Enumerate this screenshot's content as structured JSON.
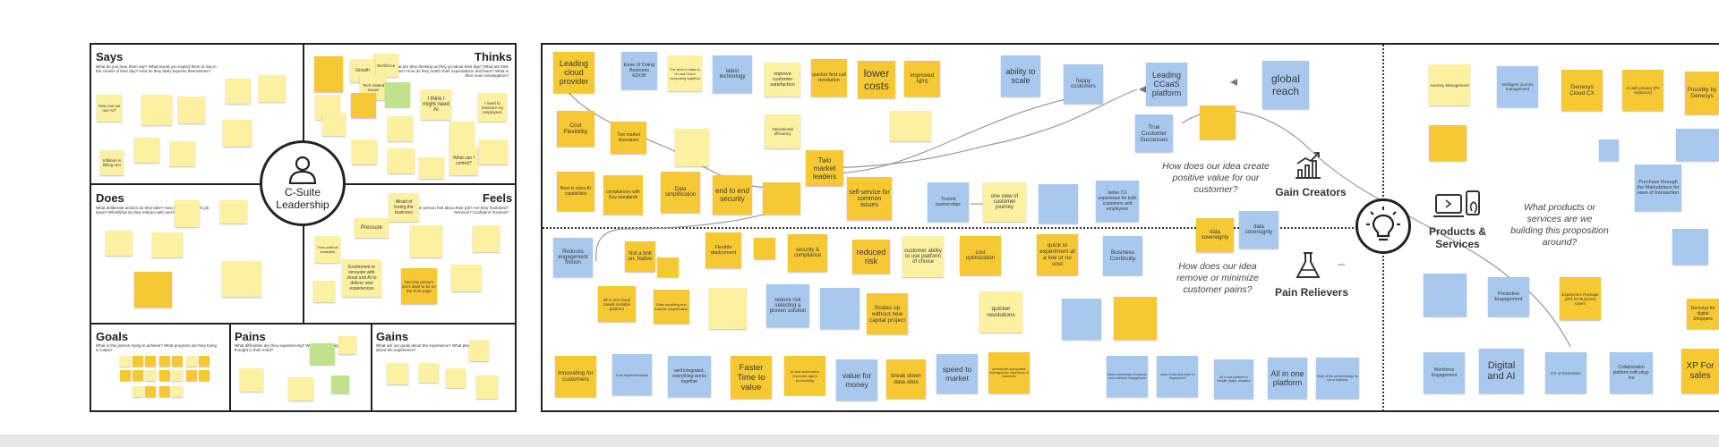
{
  "canvas_left": {
    "center_label": "C-Suite Leadership",
    "sections": {
      "says": {
        "title": "Says",
        "sub": "What do you hear them say? What would you expect them to say in the course of their day? How do they likely express themselves?"
      },
      "thinks": {
        "title": "Thinks",
        "sub": "What are they thinking as they go about their day? What are their aspirations? How do they match their expectations and fears? What is their main investigation?"
      },
      "does": {
        "title": "Does",
        "sub": "What deliberate actions do they take? How do they get their job done? Who/What do they interact with and how?"
      },
      "feels": {
        "title": "Feels",
        "sub": "How does the person feel about their job? Are they frustrated? Nervous? Confident? Excited?"
      },
      "goals": {
        "title": "Goals",
        "sub": "What is this person trying to achieve? What progress are they trying to make?"
      },
      "pains": {
        "title": "Pains",
        "sub": "What difficulties are they experiencing? What leaves a negative thought in their mind?"
      },
      "gains": {
        "title": "Gains",
        "sub": "What are our goals about the experience? What pleases them about the experience?"
      }
    },
    "notes": [
      {
        "c": "ly",
        "t": "Workforce"
      },
      {
        "c": "ly",
        "t": "Growth"
      },
      {
        "c": "ly",
        "t": "Tech related issues"
      },
      {
        "c": "y",
        "t": "I think I might need AI"
      },
      {
        "c": "ly",
        "t": "I need to reassure my employees"
      },
      {
        "c": "ly",
        "t": "What can I control?"
      },
      {
        "c": "y",
        "t": "How can we use AI?"
      },
      {
        "c": "ly",
        "t": "Inflation is killing me!"
      },
      {
        "c": "ly",
        "t": "Pressure"
      },
      {
        "c": "ly",
        "t": "Afraid of losing the business"
      },
      {
        "c": "ly",
        "t": "Fear political instability"
      },
      {
        "c": "y",
        "t": "Excitement to innovate with cloud and AI to deliver new experiences"
      },
      {
        "c": "y",
        "t": "Security posture don't want to be on the front page"
      }
    ]
  },
  "canvas_right": {
    "gain_creators": {
      "question": "How does our idea create positive value for our customer?",
      "label": "Gain Creators"
    },
    "pain_relievers": {
      "question": "How does our idea remove or minimize customer pains?",
      "label": "Pain Relievers"
    },
    "products": {
      "label": "Products & Services",
      "question": "What products or services are we building this proposition around?"
    },
    "notes": [
      {
        "c": "y",
        "t": "Leading cloud provider"
      },
      {
        "c": "b",
        "t": "Ease of Doing Business EDOB"
      },
      {
        "c": "ly",
        "t": "The best in class in UI and Cloud computing together"
      },
      {
        "c": "b",
        "t": "latest technology"
      },
      {
        "c": "ly",
        "t": "improve customer satisfaction"
      },
      {
        "c": "y",
        "t": "quicker first call resolution"
      },
      {
        "c": "y",
        "t": "lower costs"
      },
      {
        "c": "y",
        "t": "improved NPS"
      },
      {
        "c": "b",
        "t": "ability to scale"
      },
      {
        "c": "b",
        "t": "happy customers"
      },
      {
        "c": "b",
        "t": "Leading CCaaS platform"
      },
      {
        "c": "b",
        "t": "global reach"
      },
      {
        "c": "y",
        "t": "Cost Flexibility"
      },
      {
        "c": "y",
        "t": "Two market innovators"
      },
      {
        "c": "ly",
        "t": "Operational efficiency"
      },
      {
        "c": "y",
        "t": "Two market leaders"
      },
      {
        "c": "b",
        "t": "True Customer Successes"
      },
      {
        "c": "y",
        "t": "Best in class AI capabilities"
      },
      {
        "c": "y",
        "t": "compliances with Gov standards"
      },
      {
        "c": "y",
        "t": "Data simplification"
      },
      {
        "c": "y",
        "t": "end to end security"
      },
      {
        "c": "y",
        "t": "self-service for common issues"
      },
      {
        "c": "b",
        "t": "Trusted partnerships"
      },
      {
        "c": "ly",
        "t": "one view of customer journey"
      },
      {
        "c": "b",
        "t": "better CX experience for both customers and employees"
      },
      {
        "c": "y",
        "t": "data sovereignty"
      },
      {
        "c": "b",
        "t": "data sovereignty"
      },
      {
        "c": "b",
        "t": "Reduces engagement friction"
      },
      {
        "c": "y",
        "t": "Not a bolt on, Native"
      },
      {
        "c": "y",
        "t": "Flexible deployment"
      },
      {
        "c": "y",
        "t": "security & compliance"
      },
      {
        "c": "y",
        "t": "reduced risk"
      },
      {
        "c": "ly",
        "t": "customer ability to use platform of choice"
      },
      {
        "c": "y",
        "t": "cost optimization"
      },
      {
        "c": "y",
        "t": "quick to experiment at a low or no cost"
      },
      {
        "c": "b",
        "t": "Business Continuity"
      },
      {
        "c": "y",
        "t": "all in one cloud based scalable platform"
      },
      {
        "c": "y",
        "t": "Data modeling and transfer simplification"
      },
      {
        "c": "b",
        "t": "reduce risk selecting a proven solution"
      },
      {
        "c": "y",
        "t": "Scales up without new capital project"
      },
      {
        "c": "ly",
        "t": "quicker resolutions"
      },
      {
        "c": "y",
        "t": "Innovating for customers"
      },
      {
        "c": "b",
        "t": "Cost implementation"
      },
      {
        "c": "b",
        "t": "well integrated, everything works together"
      },
      {
        "c": "y",
        "t": "Faster Time to value"
      },
      {
        "c": "y",
        "t": "AI and automation improves agent productivity"
      },
      {
        "c": "b",
        "t": "value for money"
      },
      {
        "c": "y",
        "t": "break down data silos"
      },
      {
        "c": "b",
        "t": "speed to market"
      },
      {
        "c": "y",
        "t": "prescriptive deployment leveraging the experience of customers"
      },
      {
        "c": "b",
        "t": "better knowledge to improve and customer engagement"
      },
      {
        "c": "b",
        "t": "ease of use and ease of deployment"
      },
      {
        "c": "b",
        "t": "All in one platform to simplify digital, analytics"
      },
      {
        "c": "b",
        "t": "All in one platform"
      },
      {
        "c": "b",
        "t": "State of the art technology for cloud business"
      },
      {
        "c": "ly",
        "t": "Journey Management"
      },
      {
        "c": "b",
        "t": "Intelligent journey management"
      },
      {
        "c": "y",
        "t": "Genesys Cloud CX"
      },
      {
        "c": "y",
        "t": "AI with privacy (PII redaction)"
      },
      {
        "c": "y",
        "t": "Purchase through the Marketplace for ease of transaction"
      },
      {
        "c": "b",
        "t": "Predictive Engagement"
      },
      {
        "c": "y",
        "t": "Experience Package (XP) for Business Users"
      },
      {
        "c": "b",
        "t": "Workforce Engagement"
      },
      {
        "c": "b",
        "t": "Digital and AI"
      },
      {
        "c": "b",
        "t": "CX orchestration"
      },
      {
        "c": "b",
        "t": "Collaboration platform with plug-ins"
      },
      {
        "c": "y",
        "t": "XP For sales"
      },
      {
        "c": "y",
        "t": "Possibly by Genesys"
      },
      {
        "c": "y",
        "t": "Genesys for digital Shoppers"
      }
    ]
  }
}
